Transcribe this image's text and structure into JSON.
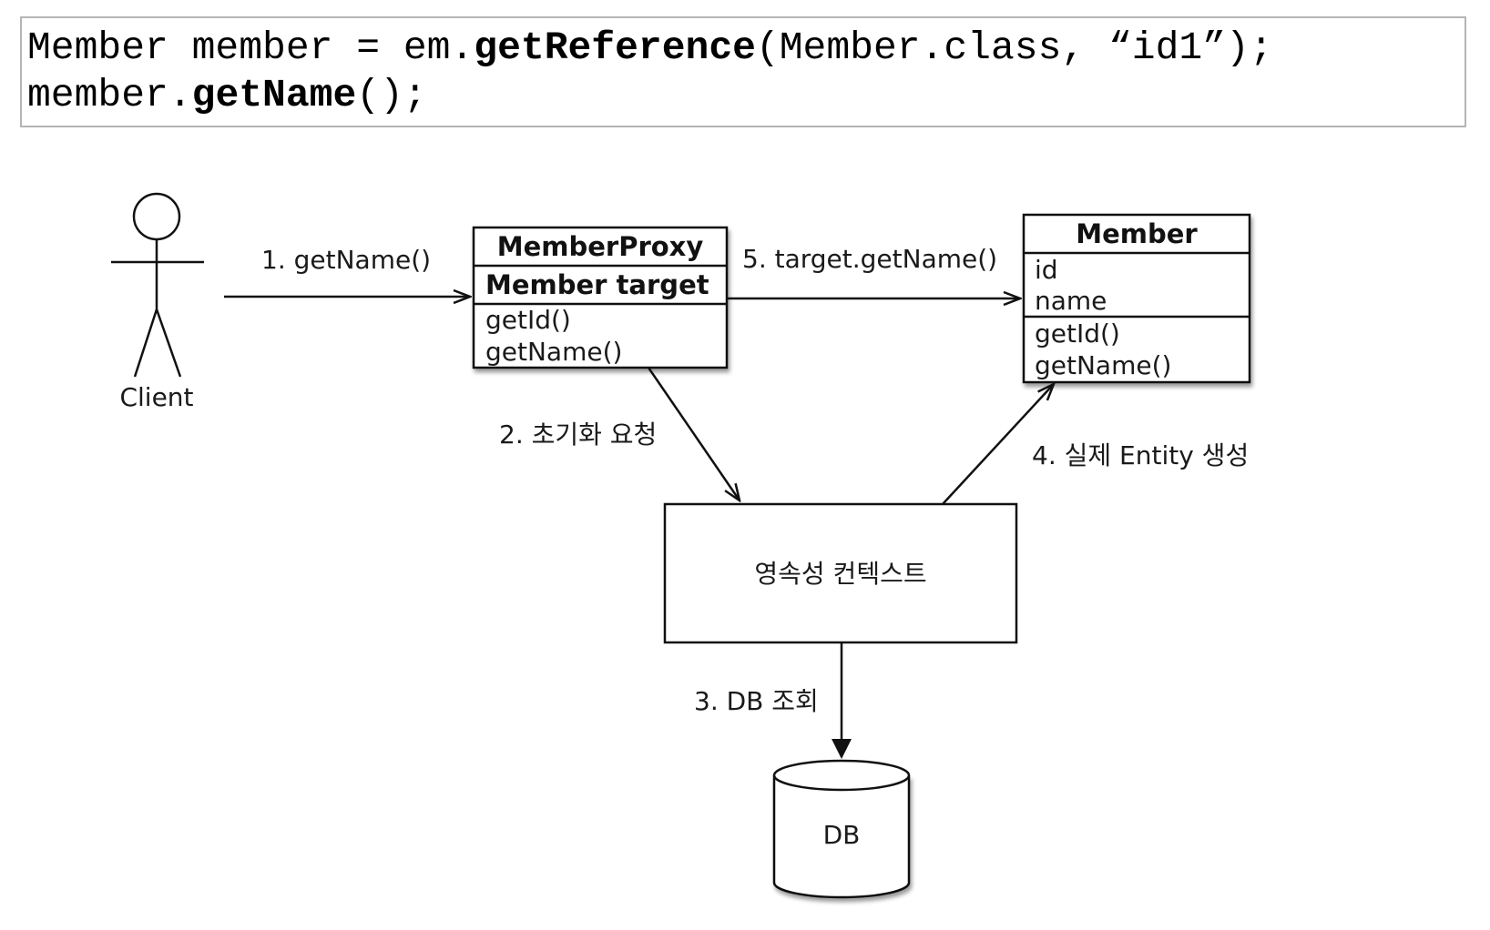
{
  "code": {
    "line1": {
      "pre": "Member member = em.",
      "bold": "getReference",
      "post": "(Member.class, “id1”);"
    },
    "line2": {
      "pre": "member.",
      "bold": "getName",
      "post": "();"
    }
  },
  "actor": {
    "label": "Client"
  },
  "proxy": {
    "title": "MemberProxy",
    "field": "Member target",
    "methods": [
      "getId()",
      "getName()"
    ]
  },
  "entity": {
    "title": "Member",
    "fields": [
      "id",
      "name"
    ],
    "methods": [
      "getId()",
      "getName()"
    ]
  },
  "context": {
    "label": "영속성 컨텍스트"
  },
  "db": {
    "label": "DB"
  },
  "steps": {
    "s1": "1. getName()",
    "s2": "2. 초기화 요청",
    "s3": "3. DB 조회",
    "s4": "4. 실제 Entity 생성",
    "s5": "5. target.getName()"
  }
}
